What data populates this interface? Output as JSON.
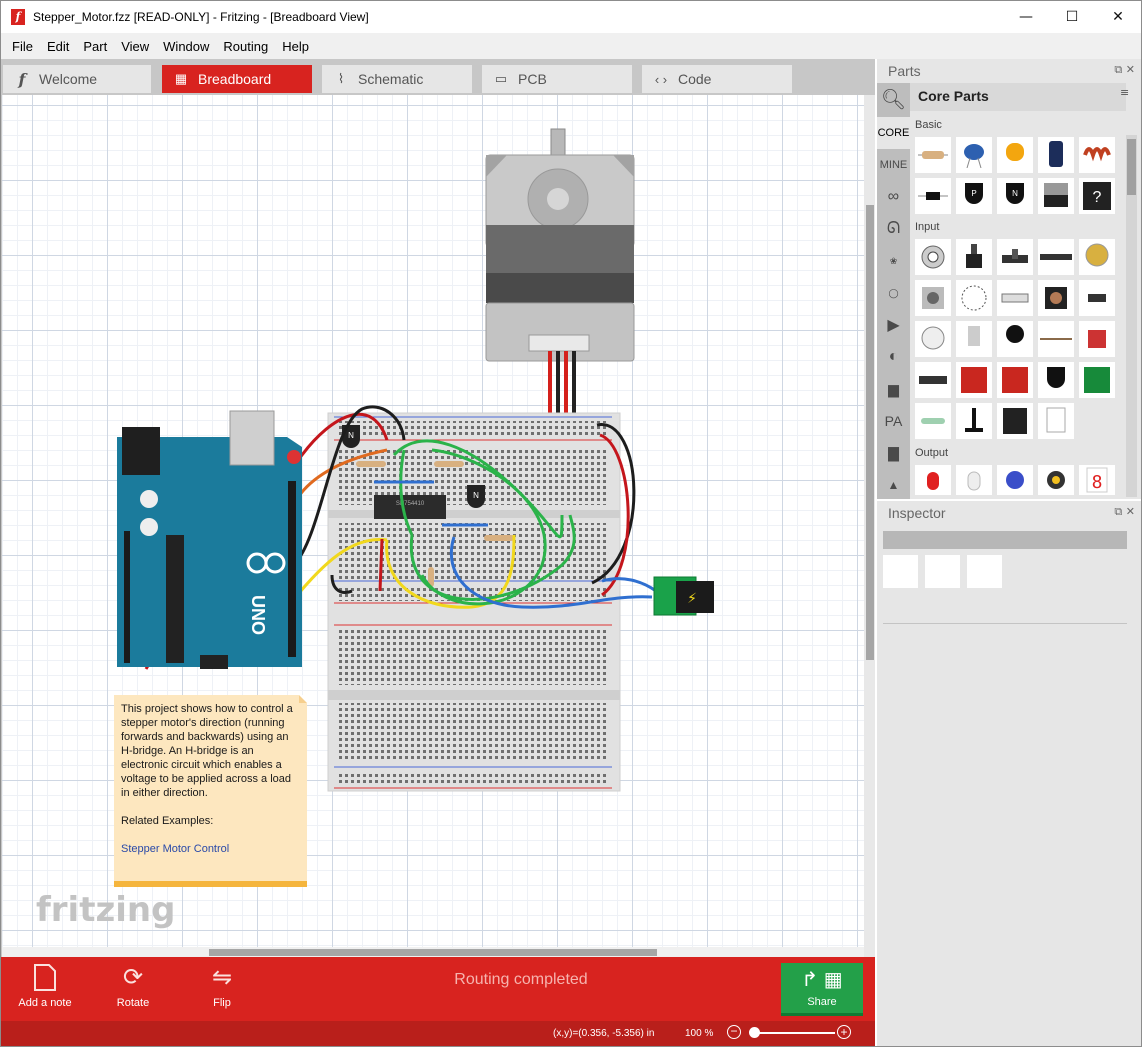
{
  "window": {
    "title": "Stepper_Motor.fzz [READ-ONLY]  - Fritzing - [Breadboard View]",
    "app_icon_letter": "f",
    "minimize": "—",
    "maximize": "☐",
    "close": "✕"
  },
  "menu": [
    "File",
    "Edit",
    "Part",
    "View",
    "Window",
    "Routing",
    "Help"
  ],
  "tabs": [
    {
      "label": "Welcome",
      "icon": "f"
    },
    {
      "label": "Breadboard",
      "icon": "▦"
    },
    {
      "label": "Schematic",
      "icon": "⌇"
    },
    {
      "label": "PCB",
      "icon": "▭"
    },
    {
      "label": "Code",
      "icon": "‹ ›"
    }
  ],
  "breadboard": {
    "chip_label": "SN754410",
    "transistor_label": "N"
  },
  "note": {
    "text": "This project shows how to control a stepper motor's direction (running forwards and backwards) using an H-bridge. An H-bridge is an electronic circuit which enables a voltage to be applied across a load in either direction.",
    "related": "Related Examples:",
    "link": "Stepper Motor Control"
  },
  "logo": "fritzing",
  "toolbar": {
    "add_note": "Add a note",
    "rotate": "Rotate",
    "flip": "Flip",
    "status": "Routing completed",
    "share": "Share"
  },
  "status": {
    "coords_label": "(x,y)=(0.356, -5.356) in",
    "zoom": "100 %",
    "zoom_level_percent": 100
  },
  "parts_panel": {
    "title": "Parts",
    "bin_title": "Core Parts",
    "bins": [
      "CORE",
      "MINE"
    ],
    "sections": [
      "Basic",
      "Input",
      "Output"
    ],
    "icons": [
      "search-icon",
      "arduino-bin-icon",
      "seeed-bin-icon",
      "intel-bin-icon",
      "pa-bin-icon"
    ]
  },
  "inspector": {
    "title": "Inspector"
  },
  "colors": {
    "accent": "#d8231f",
    "share_green": "#23a049",
    "arduino_teal": "#1b7b9c",
    "note_bg": "#fde7bf"
  }
}
